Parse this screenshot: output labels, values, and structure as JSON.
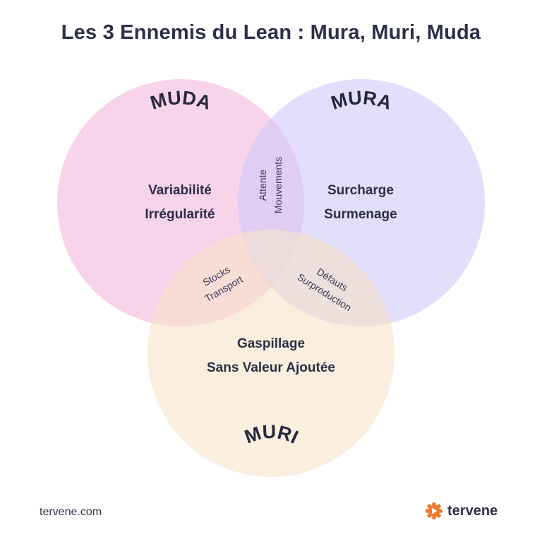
{
  "title": "Les 3 Ennemis du Lean : Mura, Muri, Muda",
  "circles": {
    "muda": {
      "name": "MUDA",
      "lines": [
        "Variabilité",
        "Irrégularité"
      ],
      "color": "#f3b8dc"
    },
    "mura": {
      "name": "MURA",
      "lines": [
        "Surcharge",
        "Surmenage"
      ],
      "color": "#cfc8fa"
    },
    "muri": {
      "name": "MURI",
      "lines": [
        "Gaspillage",
        "Sans Valeur Ajoutée"
      ],
      "color": "#f7e2c8"
    }
  },
  "overlaps": {
    "muda_mura": [
      "Attente",
      "Mouvements"
    ],
    "muda_muri": [
      "Stocks",
      "Transport"
    ],
    "mura_muri": [
      "Défauts",
      "Surproduction"
    ]
  },
  "footer": {
    "website": "tervene.com",
    "brand": "tervene",
    "brand_color": "#f07a2a"
  }
}
